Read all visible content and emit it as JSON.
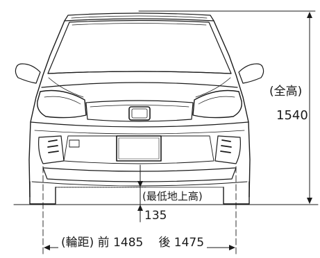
{
  "diagram": {
    "view": "front-elevation",
    "line_color": "#1a1a1a",
    "background_color": "#ffffff"
  },
  "dimensions": {
    "total_height": {
      "label": "(全高)",
      "value": "1540"
    },
    "ground_clearance": {
      "label": "(最低地上高)",
      "value": "135"
    },
    "track_width": {
      "label": "(輪距)",
      "front_label": "前",
      "front_value": "1485",
      "rear_label": "後",
      "rear_value": "1475"
    }
  }
}
